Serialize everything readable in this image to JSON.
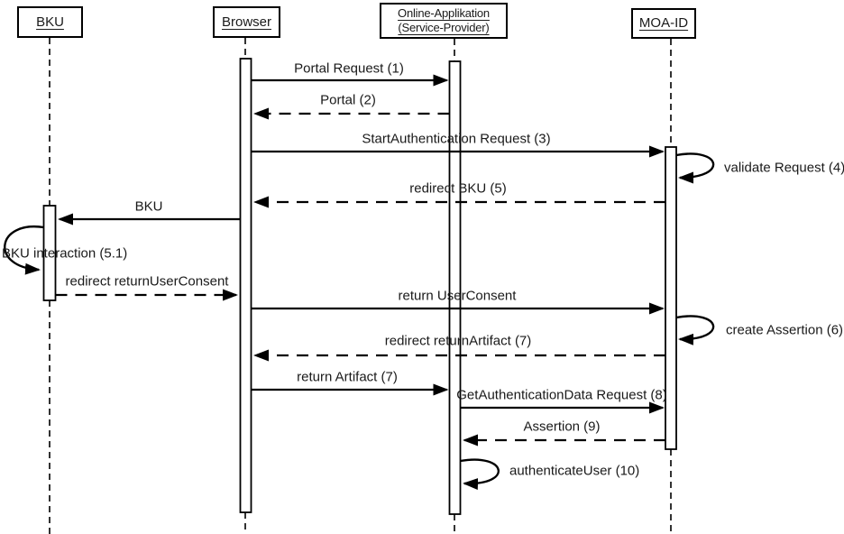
{
  "diagram": {
    "type": "uml-sequence-diagram",
    "colors": {
      "line": "#000000",
      "text": "#1a1a1a",
      "background": "#ffffff"
    },
    "actors": [
      {
        "id": "bku",
        "label": "BKU"
      },
      {
        "id": "browser",
        "label": "Browser"
      },
      {
        "id": "online-applikation",
        "label": "Online-Applikation (Service-Provider)"
      },
      {
        "id": "moa-id",
        "label": "MOA-ID"
      }
    ],
    "messages": [
      {
        "label": "Portal Request (1)",
        "from": "browser",
        "to": "online-applikation",
        "line": "solid"
      },
      {
        "label": "Portal (2)",
        "from": "online-applikation",
        "to": "browser",
        "line": "dashed"
      },
      {
        "label": "StartAuthentication Request (3)",
        "from": "browser",
        "to": "moa-id",
        "line": "solid"
      },
      {
        "label": "validate Request (4)",
        "from": "moa-id",
        "to": "moa-id",
        "line": "self"
      },
      {
        "label": "redirect BKU (5)",
        "from": "moa-id",
        "to": "browser",
        "line": "dashed"
      },
      {
        "label": "BKU",
        "from": "browser",
        "to": "bku",
        "line": "solid"
      },
      {
        "label": "BKU interaction (5.1)",
        "from": "bku",
        "to": "bku",
        "line": "self"
      },
      {
        "label": "redirect returnUserConsent",
        "from": "bku",
        "to": "browser",
        "line": "dashed"
      },
      {
        "label": "return UserConsent",
        "from": "browser",
        "to": "moa-id",
        "line": "solid"
      },
      {
        "label": "create Assertion (6)",
        "from": "moa-id",
        "to": "moa-id",
        "line": "self"
      },
      {
        "label": "redirect returnArtifact (7)",
        "from": "moa-id",
        "to": "browser",
        "line": "dashed"
      },
      {
        "label": "return Artifact (7)",
        "from": "browser",
        "to": "online-applikation",
        "line": "solid"
      },
      {
        "label": "GetAuthenticationData Request (8)",
        "from": "online-applikation",
        "to": "moa-id",
        "line": "solid"
      },
      {
        "label": "Assertion (9)",
        "from": "moa-id",
        "to": "online-applikation",
        "line": "dashed"
      },
      {
        "label": "authenticateUser (10)",
        "from": "online-applikation",
        "to": "online-applikation",
        "line": "self"
      }
    ]
  }
}
